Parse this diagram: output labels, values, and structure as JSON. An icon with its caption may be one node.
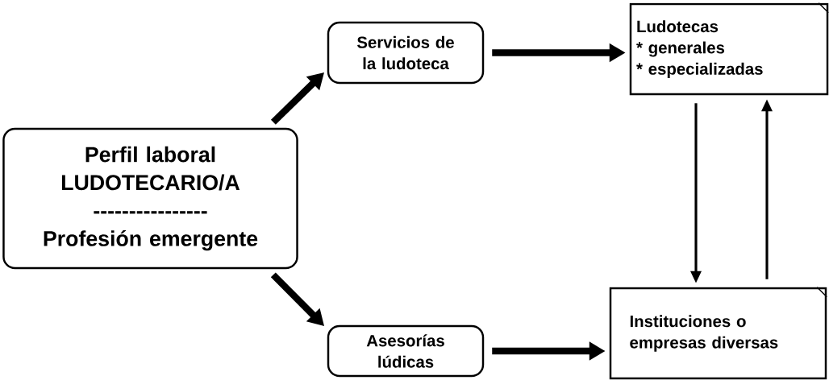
{
  "diagram": {
    "nodes": [
      {
        "text": [
          "Perfil laboral LUDOTECARIO/A",
          "----------------",
          "Profesión emergente"
        ]
      },
      {
        "text": [
          "Servicios de la ludoteca"
        ]
      },
      {
        "text": [
          "Ludotecas",
          "* generales",
          "* especializadas"
        ]
      },
      {
        "text": [
          "Asesorías lúdicas"
        ]
      },
      {
        "text": [
          "Instituciones o empresas diversas"
        ]
      }
    ],
    "edges": [
      {
        "from": 0,
        "to": 1,
        "arrow": "to"
      },
      {
        "from": 1,
        "to": 2,
        "arrow": "to"
      },
      {
        "from": 0,
        "to": 3,
        "arrow": "to"
      },
      {
        "from": 3,
        "to": 4,
        "arrow": "to"
      },
      {
        "from": 2,
        "to": 4,
        "arrow": "to"
      },
      {
        "from": 4,
        "to": 2,
        "arrow": "to"
      }
    ]
  }
}
